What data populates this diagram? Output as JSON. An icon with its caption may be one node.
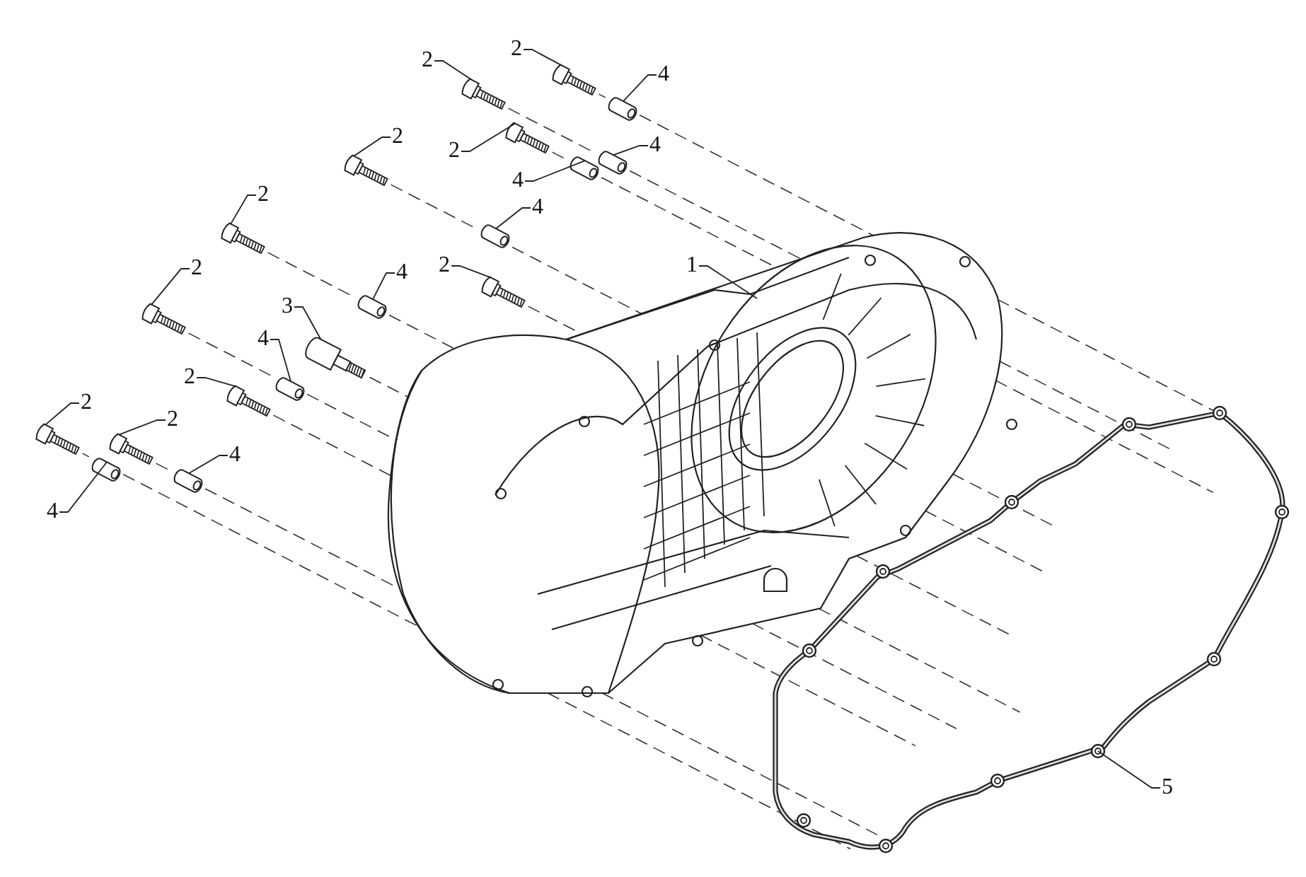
{
  "diagram": {
    "nodes": [
      {
        "text": [
          "2"
        ]
      },
      {
        "text": [],
        "shape": "picture"
      },
      {
        "text": [
          "4"
        ]
      },
      {
        "text": [],
        "shape": "picture"
      },
      {
        "text": [
          "2"
        ]
      },
      {
        "text": [],
        "shape": "picture"
      },
      {
        "text": [
          "2"
        ]
      },
      {
        "text": [],
        "shape": "picture"
      },
      {
        "text": [
          "2"
        ]
      },
      {
        "text": [],
        "shape": "picture"
      },
      {
        "text": [
          "4"
        ]
      },
      {
        "text": [],
        "shape": "picture"
      },
      {
        "text": [
          "4"
        ]
      },
      {
        "text": [],
        "shape": "picture"
      },
      {
        "text": [
          "4"
        ]
      },
      {
        "text": [],
        "shape": "picture"
      },
      {
        "text": [
          "2"
        ]
      },
      {
        "text": [],
        "shape": "picture"
      },
      {
        "text": [
          "1"
        ]
      },
      {
        "text": [],
        "shape": "picture"
      },
      {
        "text": [
          "2"
        ]
      },
      {
        "text": [],
        "shape": "picture"
      },
      {
        "text": [
          "4"
        ]
      },
      {
        "text": [],
        "shape": "picture"
      },
      {
        "text": [
          "2"
        ]
      },
      {
        "text": [],
        "shape": "picture"
      },
      {
        "text": [
          "3"
        ]
      },
      {
        "text": [],
        "shape": "picture"
      },
      {
        "text": [
          "4"
        ]
      },
      {
        "text": [],
        "shape": "picture"
      },
      {
        "text": [
          "2"
        ]
      },
      {
        "text": [],
        "shape": "picture"
      },
      {
        "text": [
          "2"
        ]
      },
      {
        "text": [],
        "shape": "picture"
      },
      {
        "text": [
          "2"
        ]
      },
      {
        "text": [],
        "shape": "picture"
      },
      {
        "text": [
          "4"
        ]
      },
      {
        "text": [],
        "shape": "picture"
      },
      {
        "text": [
          "4"
        ]
      },
      {
        "text": [],
        "shape": "picture"
      },
      {
        "text": [
          "5"
        ]
      },
      {
        "text": [],
        "shape": "picture"
      }
    ],
    "edges": [
      {
        "from": 0,
        "to": 1,
        "arrow": "none"
      },
      {
        "from": 2,
        "to": 3,
        "arrow": "none"
      },
      {
        "from": 4,
        "to": 5,
        "arrow": "none"
      },
      {
        "from": 6,
        "to": 7,
        "arrow": "none"
      },
      {
        "from": 8,
        "to": 9,
        "arrow": "none"
      },
      {
        "from": 10,
        "to": 11,
        "arrow": "none"
      },
      {
        "from": 12,
        "to": 13,
        "arrow": "none"
      },
      {
        "from": 14,
        "to": 15,
        "arrow": "none"
      },
      {
        "from": 16,
        "to": 17,
        "arrow": "none"
      },
      {
        "from": 18,
        "to": 19,
        "arrow": "none"
      },
      {
        "from": 20,
        "to": 21,
        "arrow": "none"
      },
      {
        "from": 22,
        "to": 23,
        "arrow": "none"
      },
      {
        "from": 24,
        "to": 25,
        "arrow": "none"
      },
      {
        "from": 26,
        "to": 27,
        "arrow": "none"
      },
      {
        "from": 28,
        "to": 29,
        "arrow": "none"
      },
      {
        "from": 30,
        "to": 31,
        "arrow": "none"
      },
      {
        "from": 32,
        "to": 33,
        "arrow": "none"
      },
      {
        "from": 34,
        "to": 35,
        "arrow": "none"
      },
      {
        "from": 36,
        "to": 37,
        "arrow": "none"
      },
      {
        "from": 38,
        "to": 39,
        "arrow": "none"
      },
      {
        "from": 40,
        "to": 41,
        "arrow": "none"
      },
      {
        "from": 1,
        "to": 3,
        "arrow": "none",
        "style": "dashed"
      },
      {
        "from": 5,
        "to": 11,
        "arrow": "none",
        "style": "dashed"
      },
      {
        "from": 7,
        "to": 15,
        "arrow": "none",
        "style": "dashed"
      },
      {
        "from": 9,
        "to": 13,
        "arrow": "none",
        "style": "dashed"
      },
      {
        "from": 17,
        "to": 23,
        "arrow": "none",
        "style": "dashed"
      },
      {
        "from": 21,
        "to": 29,
        "arrow": "none",
        "style": "dashed"
      },
      {
        "from": 33,
        "to": 39,
        "arrow": "none",
        "style": "dashed"
      },
      {
        "from": 35,
        "to": 37,
        "arrow": "none",
        "style": "dashed"
      },
      {
        "from": 3,
        "to": 19,
        "arrow": "none",
        "style": "dashed"
      },
      {
        "from": 11,
        "to": 19,
        "arrow": "none",
        "style": "dashed"
      },
      {
        "from": 15,
        "to": 19,
        "arrow": "none",
        "style": "dashed"
      },
      {
        "from": 13,
        "to": 19,
        "arrow": "none",
        "style": "dashed"
      },
      {
        "from": 23,
        "to": 19,
        "arrow": "none",
        "style": "dashed"
      },
      {
        "from": 29,
        "to": 19,
        "arrow": "none",
        "style": "dashed"
      },
      {
        "from": 39,
        "to": 19,
        "arrow": "none",
        "style": "dashed"
      },
      {
        "from": 37,
        "to": 19,
        "arrow": "none",
        "style": "dashed"
      },
      {
        "from": 27,
        "to": 19,
        "arrow": "none",
        "style": "dashed"
      },
      {
        "from": 31,
        "to": 19,
        "arrow": "none",
        "style": "dashed"
      },
      {
        "from": 25,
        "to": 19,
        "arrow": "none",
        "style": "dashed"
      },
      {
        "from": 19,
        "to": 41,
        "arrow": "none",
        "style": "dashed"
      },
      {
        "from": 19,
        "to": 41,
        "arrow": "none",
        "style": "dashed"
      },
      {
        "from": 19,
        "to": 41,
        "arrow": "none",
        "style": "dashed"
      },
      {
        "from": 19,
        "to": 41,
        "arrow": "none",
        "style": "dashed"
      },
      {
        "from": 19,
        "to": 41,
        "arrow": "none",
        "style": "dashed"
      },
      {
        "from": 19,
        "to": 41,
        "arrow": "none",
        "style": "dashed"
      },
      {
        "from": 19,
        "to": 41,
        "arrow": "none",
        "style": "dashed"
      },
      {
        "from": 19,
        "to": 41,
        "arrow": "none",
        "style": "dashed"
      },
      {
        "from": 19,
        "to": 41,
        "arrow": "none",
        "style": "dashed"
      },
      {
        "from": 19,
        "to": 41,
        "arrow": "none",
        "style": "dashed"
      },
      {
        "from": 19,
        "to": 41,
        "arrow": "none",
        "style": "dashed"
      }
    ]
  }
}
